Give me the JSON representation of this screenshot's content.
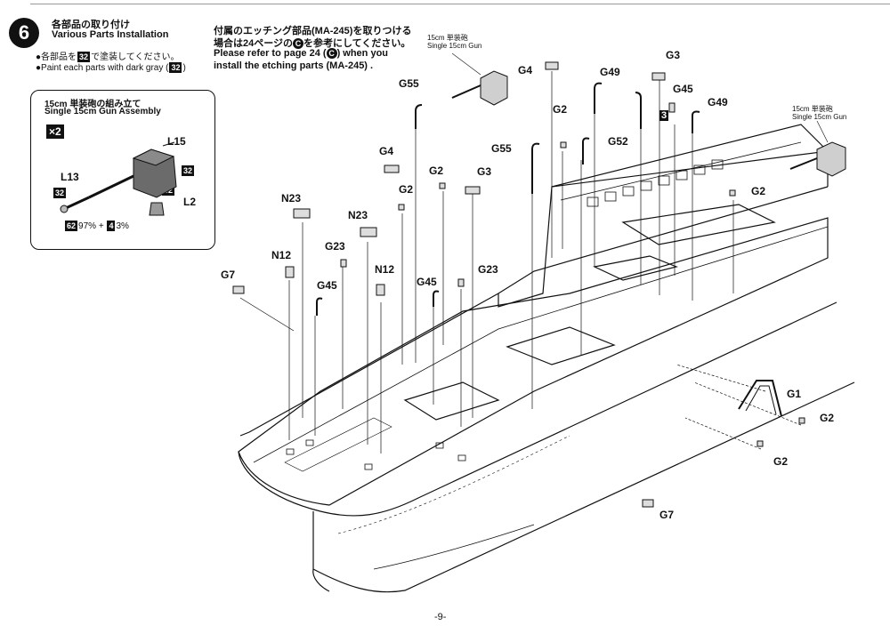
{
  "step": {
    "number": "6",
    "title_jp": "各部品の取り付け",
    "title_en": "Various Parts Installation",
    "paint_jp_pre": "●各部品を",
    "paint_jp_code": "32",
    "paint_jp_post": "で塗装してください。",
    "paint_en_pre": "●Paint each parts with dark gray (",
    "paint_en_code": "32",
    "paint_en_post": ")"
  },
  "etching_note": {
    "jp_line1": "付属のエッチング部品(MA-245)を取りつける",
    "jp_line2": "場合は24ページの",
    "jp_circle": "C",
    "jp_line2_post": "を参考にしてください。",
    "en_line1_pre": "Please refer to page 24 (",
    "en_circle": "C",
    "en_line1_post": ") when you",
    "en_line2": "install the etching parts (MA-245) ."
  },
  "subassembly": {
    "title_jp": "15cm 単装砲の組み立て",
    "title_en": "Single 15cm Gun Assembly",
    "multiplier": "×2",
    "labels": {
      "l15": "L15",
      "l13": "L13",
      "l2": "L2"
    },
    "paint_tags": {
      "tag_a": "32",
      "tag_b": "32",
      "tag_c": "32"
    },
    "mix_code1": "62",
    "mix_pct1": "97%",
    "mix_plus": "+",
    "mix_code2": "4",
    "mix_pct2": "3%"
  },
  "gun_callouts": {
    "center_jp": "15cm 単装砲",
    "center_en": "Single 15cm Gun",
    "right_jp": "15cm 単装砲",
    "right_en": "Single 15cm Gun"
  },
  "parts": {
    "g55_a": "G55",
    "g55_b": "G55",
    "g4_a": "G4",
    "g4_b": "G4",
    "g49_a": "G49",
    "g49_b": "G49",
    "g3_a": "G3",
    "g3_b": "G3",
    "g45_a": "G45",
    "g45_b": "G45",
    "g45_c": "G45",
    "g2_a": "G2",
    "g2_b": "G2",
    "g2_c": "G2",
    "g2_d": "G2",
    "g2_e": "G2",
    "g2_f": "G2",
    "g52": "G52",
    "n23_a": "N23",
    "n23_b": "N23",
    "g23_a": "G23",
    "g23_b": "G23",
    "n12_a": "N12",
    "n12_b": "N12",
    "g7_a": "G7",
    "g7_b": "G7",
    "g1": "G1",
    "paint_3": "3"
  },
  "page_number": "-9-",
  "colors": {
    "ink": "#111111",
    "paper": "#ffffff",
    "gray": "#999999"
  }
}
